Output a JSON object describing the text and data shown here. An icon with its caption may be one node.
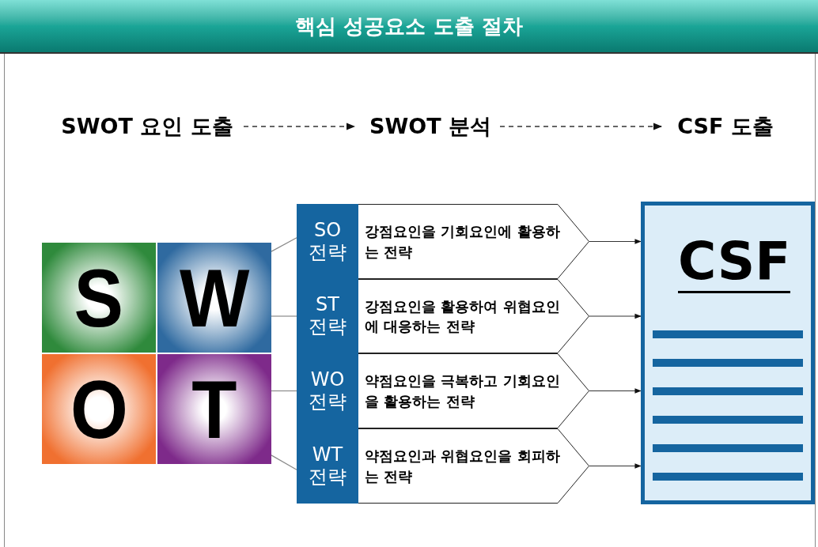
{
  "diagram": {
    "title": "핵심 성공요소 도출 절차",
    "nodes": [
      {
        "text": [
          "SWOT 요인 도출"
        ]
      },
      {
        "text": [
          "SWOT 분석"
        ]
      },
      {
        "text": [
          "CSF 도출"
        ]
      },
      {
        "text": [
          "S"
        ]
      },
      {
        "text": [
          "W"
        ]
      },
      {
        "text": [
          "O"
        ]
      },
      {
        "text": [
          "T"
        ]
      },
      {
        "text": [
          "SO 전략",
          "강점요인을 기회요인에 활용하는 전략"
        ]
      },
      {
        "text": [
          "ST 전략",
          "강점요인을 활용하여 위협요인에 대응하는 전략"
        ]
      },
      {
        "text": [
          "WO 전략",
          "약점요인을 극복하고 기회요인을 활용하는 전략"
        ]
      },
      {
        "text": [
          "WT 전략",
          "약점요인과 위협요인을 회피하는 전략"
        ]
      },
      {
        "text": [
          "CSF"
        ]
      }
    ],
    "edges": [
      {
        "from": 0,
        "to": 1,
        "arrow": "to",
        "style": "dashed"
      },
      {
        "from": 1,
        "to": 2,
        "arrow": "to",
        "style": "dashed"
      },
      {
        "from": 4,
        "to": 7,
        "arrow": "none",
        "color": "#8a8a8a"
      },
      {
        "from": 4,
        "to": 8,
        "arrow": "none",
        "color": "#8a8a8a"
      },
      {
        "from": 6,
        "to": 9,
        "arrow": "none",
        "color": "#8a8a8a"
      },
      {
        "from": 6,
        "to": 10,
        "arrow": "none",
        "color": "#8a8a8a"
      },
      {
        "from": 7,
        "to": 11,
        "arrow": "to"
      },
      {
        "from": 8,
        "to": 11,
        "arrow": "to"
      },
      {
        "from": 9,
        "to": 11,
        "arrow": "to"
      },
      {
        "from": 10,
        "to": 11,
        "arrow": "to"
      }
    ]
  }
}
